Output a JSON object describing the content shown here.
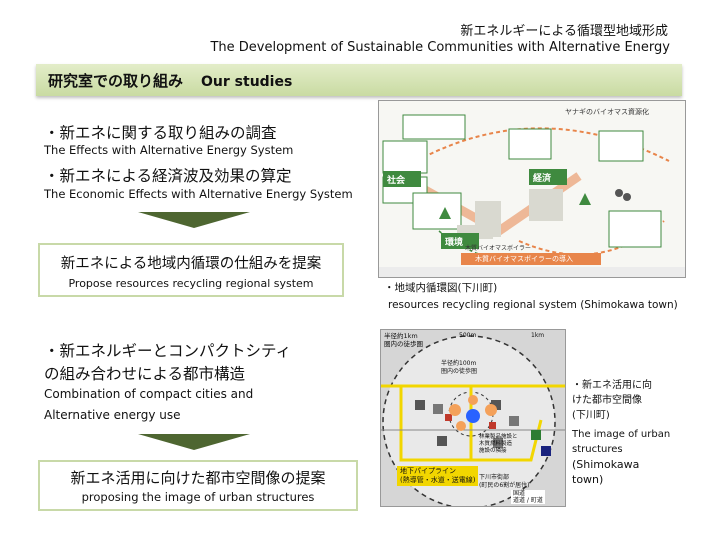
{
  "header": {
    "title_jp": "新エネルギーによる循環型地域形成",
    "title_en": "The Development of Sustainable Communities with Alternative Energy"
  },
  "section": {
    "title_jp": "研究室での取り組み",
    "title_en": "Our studies"
  },
  "studies": {
    "item1_jp": "・新エネに関する取り組みの調査",
    "item1_en": "The  Effects with Alternative Energy System",
    "item2_jp": "・新エネによる経済波及効果の算定",
    "item2_en": "The Economic Effects with Alternative Energy System",
    "proposal1_jp": "新エネによる地域内循環の仕組みを提案",
    "proposal1_en": "Propose resources recycling regional system",
    "item3_jp_line1": "・新エネルギーとコンパクトシティ",
    "item3_jp_line2": "の組み合わせによる都市構造",
    "item3_en_line1": "Combination of compact cities and",
    "item3_en_line2": "Alternative energy use",
    "proposal2_jp": "新エネ活用に向けた都市空間像の提案",
    "proposal2_en": "proposing the image of urban structures"
  },
  "figure1": {
    "caption_jp": "・地域内循環図(下川町)",
    "caption_en": "resources recycling regional system (Shimokawa town)",
    "labels": {
      "top": "ヤナギのバイオマス資源化",
      "society": "社会",
      "economy": "経済",
      "environment": "環境",
      "boiler": "木質バイオマスボイラー",
      "introduce": "木質バイオマスボイラーの導入"
    },
    "colors": {
      "green": "#3f8a3f",
      "orange": "#e8854a",
      "red": "#c0392b"
    }
  },
  "figure2": {
    "caption_line1": "・新エネ活用に向",
    "caption_line2": "けた都市空間像",
    "caption_line3": "(下川町)",
    "caption_en_line1": "The image of urban",
    "caption_en_line2": "structures",
    "caption_en_line3": "(Shimokawa",
    "caption_en_line4": "town)",
    "map_labels": {
      "r1": "半径約1km",
      "r1_sub": "圏内の徒歩圏",
      "r100": "半径約100m",
      "r100_sub": "圏内の徒歩圏",
      "pipe": "地下パイプライン",
      "pipe_sub": "(熱導管・水道・送電線)",
      "office": "下川市街部",
      "office_sub": "(町民の6割が居住)",
      "facility": "林業製品施設と",
      "facility2": "木質燃料製造",
      "facility3": "施設の隣接",
      "scale1": "500m",
      "scale2": "1km",
      "legend1": "国道",
      "legend2": "道道 / 町道"
    }
  }
}
